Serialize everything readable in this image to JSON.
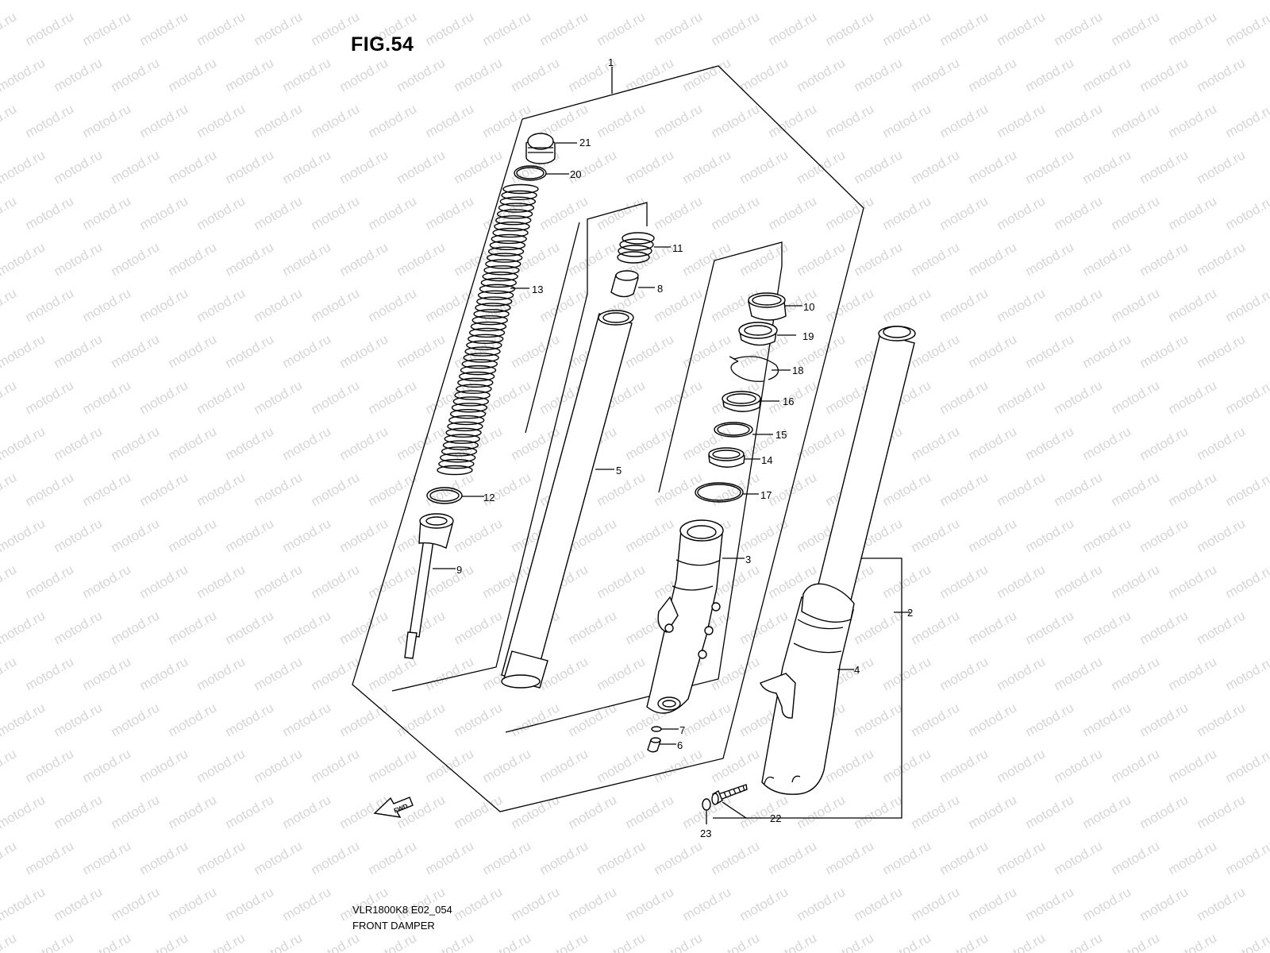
{
  "figure": {
    "title": "FIG.54",
    "code": "VLR1800K8 E02_054",
    "name": "FRONT DAMPER",
    "watermark": "motod.ru",
    "fwd_label": "FWD"
  },
  "parts": [
    {
      "ref": "1"
    },
    {
      "ref": "2"
    },
    {
      "ref": "3"
    },
    {
      "ref": "4"
    },
    {
      "ref": "5"
    },
    {
      "ref": "6"
    },
    {
      "ref": "7"
    },
    {
      "ref": "8"
    },
    {
      "ref": "9"
    },
    {
      "ref": "10"
    },
    {
      "ref": "11"
    },
    {
      "ref": "12"
    },
    {
      "ref": "13"
    },
    {
      "ref": "14"
    },
    {
      "ref": "15"
    },
    {
      "ref": "16"
    },
    {
      "ref": "17"
    },
    {
      "ref": "18"
    },
    {
      "ref": "19"
    },
    {
      "ref": "20"
    },
    {
      "ref": "21"
    },
    {
      "ref": "22"
    },
    {
      "ref": "23"
    }
  ],
  "colors": {
    "ink": "#000000",
    "watermark": "#d6d6d6",
    "background": "#ffffff"
  }
}
